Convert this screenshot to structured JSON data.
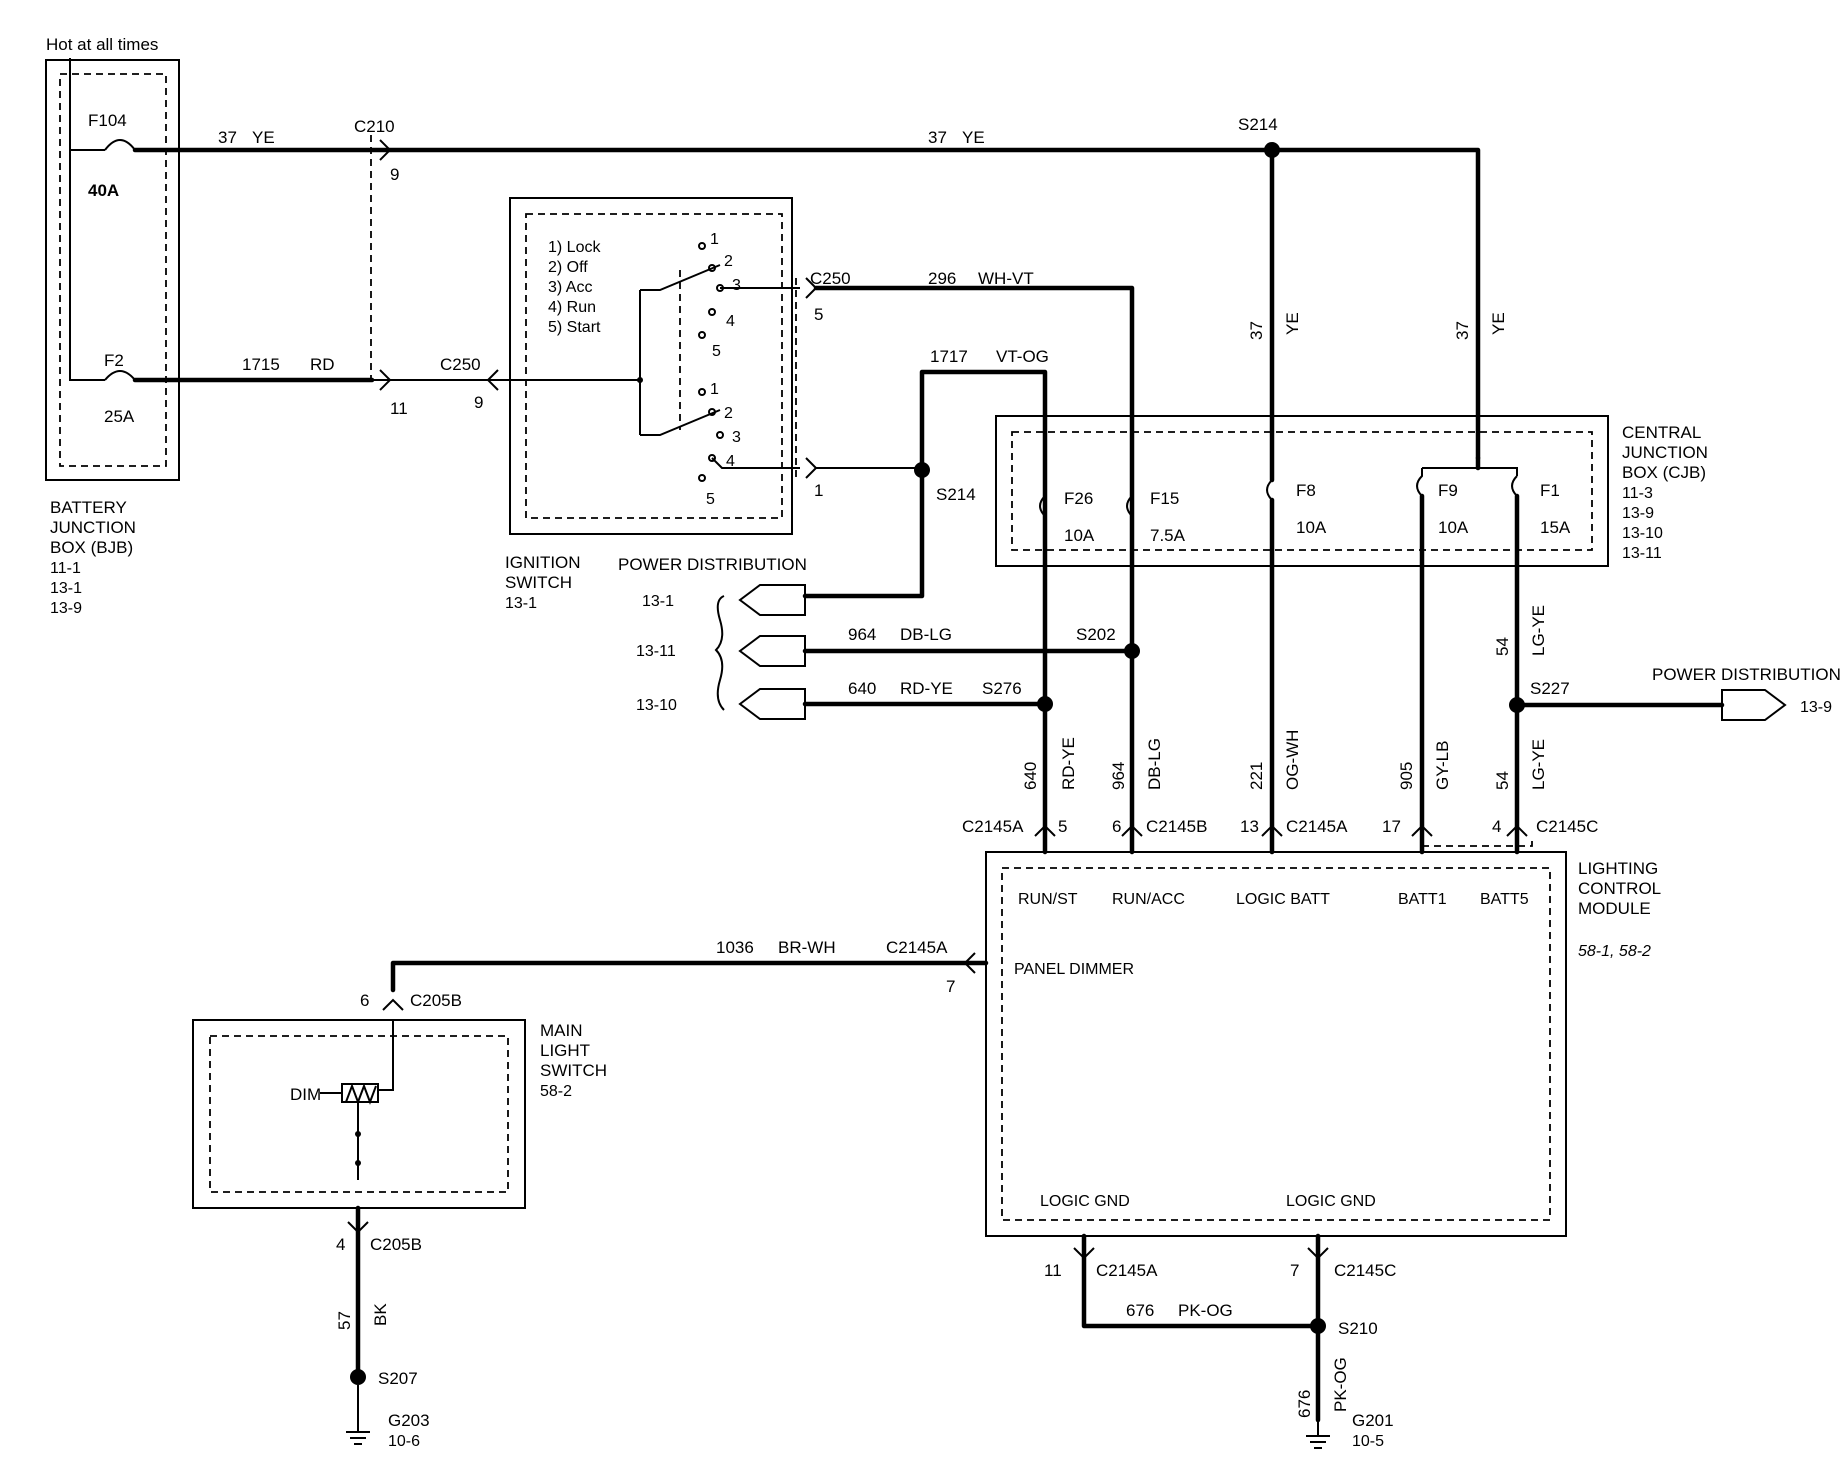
{
  "header": {
    "hot_label": "Hot at all times"
  },
  "bjb": {
    "name_lines": [
      "BATTERY",
      "JUNCTION",
      "BOX (BJB)"
    ],
    "refs": [
      "11-1",
      "13-1",
      "13-9"
    ],
    "fuses": [
      {
        "id": "F104",
        "rating": "40A"
      },
      {
        "id": "F2",
        "rating": "25A"
      }
    ]
  },
  "ignition": {
    "name_lines": [
      "IGNITION",
      "SWITCH"
    ],
    "ref": "13-1",
    "positions": [
      "1) Lock",
      "2) Off",
      "3) Acc",
      "4) Run",
      "5) Start"
    ],
    "contact_numbers": [
      "1",
      "2",
      "3",
      "4",
      "5"
    ]
  },
  "cjb": {
    "name_lines": [
      "CENTRAL",
      "JUNCTION",
      "BOX (CJB)"
    ],
    "refs": [
      "11-3",
      "13-9",
      "13-10",
      "13-11"
    ],
    "fuses": [
      {
        "id": "F26",
        "rating": "10A"
      },
      {
        "id": "F15",
        "rating": "7.5A"
      },
      {
        "id": "F8",
        "rating": "10A"
      },
      {
        "id": "F9",
        "rating": "10A"
      },
      {
        "id": "F1",
        "rating": "15A"
      }
    ]
  },
  "lcm": {
    "name_lines": [
      "LIGHTING",
      "CONTROL",
      "MODULE"
    ],
    "refs": "58-1, 58-2",
    "pins": [
      "RUN/ST",
      "RUN/ACC",
      "LOGIC BATT",
      "BATT1",
      "BATT5",
      "PANEL DIMMER",
      "LOGIC GND",
      "LOGIC GND"
    ]
  },
  "mls": {
    "name_lines": [
      "MAIN",
      "LIGHT",
      "SWITCH"
    ],
    "ref": "58-2",
    "dim_label": "DIM"
  },
  "power_distribution": {
    "label": "POWER DISTRIBUTION",
    "left_refs": [
      "13-1",
      "13-11",
      "13-10"
    ],
    "right_ref": "13-9"
  },
  "wires": {
    "ye37_a": {
      "circuit": "37",
      "color": "YE"
    },
    "ye37_b": {
      "circuit": "37",
      "color": "YE"
    },
    "ye37_c": {
      "circuit": "37",
      "color": "YE"
    },
    "ye37_d": {
      "circuit": "37",
      "color": "YE"
    },
    "rd1715": {
      "circuit": "1715",
      "color": "RD"
    },
    "whvt296": {
      "circuit": "296",
      "color": "WH-VT"
    },
    "vtog1717": {
      "circuit": "1717",
      "color": "VT-OG"
    },
    "dblg964_h": {
      "circuit": "964",
      "color": "DB-LG"
    },
    "rdye640_h": {
      "circuit": "640",
      "color": "RD-YE"
    },
    "rdye640_v": {
      "circuit": "640",
      "color": "RD-YE"
    },
    "dblg964_v": {
      "circuit": "964",
      "color": "DB-LG"
    },
    "ogwh221": {
      "circuit": "221",
      "color": "OG-WH"
    },
    "gylb905": {
      "circuit": "905",
      "color": "GY-LB"
    },
    "lgye54_a": {
      "circuit": "54",
      "color": "LG-YE"
    },
    "lgye54_b": {
      "circuit": "54",
      "color": "LG-YE"
    },
    "brwh1036": {
      "circuit": "1036",
      "color": "BR-WH"
    },
    "bk57": {
      "circuit": "57",
      "color": "BK"
    },
    "pkog676_h": {
      "circuit": "676",
      "color": "PK-OG"
    },
    "pkog676_v": {
      "circuit": "676",
      "color": "PK-OG"
    }
  },
  "connectors": {
    "c210": {
      "name": "C210",
      "pin": "9"
    },
    "c250_fuse": {
      "name": "C250",
      "pin_left": "11",
      "pin_right": "9"
    },
    "c250_out5": {
      "name": "C250",
      "pin": "5"
    },
    "c250_out1": {
      "pin": "1"
    },
    "c2145a_5": {
      "name": "C2145A",
      "pin": "5"
    },
    "c2145b_6": {
      "name": "C2145B",
      "pin": "6"
    },
    "c2145a_13": {
      "name": "C2145A",
      "pin": "13"
    },
    "c2145_17": {
      "pin": "17"
    },
    "c2145c_4": {
      "name": "C2145C",
      "pin": "4"
    },
    "c2145a_7": {
      "name": "C2145A",
      "pin": "7"
    },
    "c205b_6": {
      "name": "C205B",
      "pin": "6"
    },
    "c205b_4": {
      "name": "C205B",
      "pin": "4"
    },
    "c2145a_11": {
      "name": "C2145A",
      "pin": "11"
    },
    "c2145c_7": {
      "name": "C2145C",
      "pin": "7"
    }
  },
  "splices": {
    "s214_top": "S214",
    "s214_ign": "S214",
    "s202": "S202",
    "s276": "S276",
    "s227": "S227",
    "s207": "S207",
    "s210": "S210"
  },
  "grounds": [
    {
      "name": "G203",
      "ref": "10-6"
    },
    {
      "name": "G201",
      "ref": "10-5"
    }
  ]
}
